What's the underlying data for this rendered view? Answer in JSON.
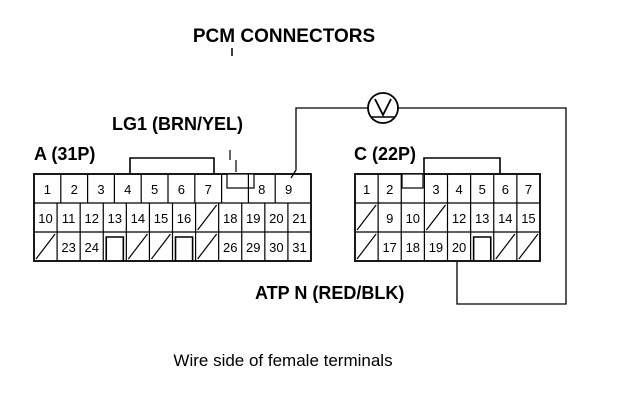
{
  "title": "PCM CONNECTORS",
  "wire_label_lg1": "LG1 (BRN/YEL)",
  "wire_label_atp": "ATP N (RED/BLK)",
  "caption": "Wire side of female terminals",
  "meter_symbol": "V",
  "connector_a": {
    "label": "A (31P)",
    "rows": [
      [
        "1",
        "2",
        "3",
        "4",
        "5",
        "6",
        "7",
        "",
        "8",
        "9"
      ],
      [
        "10",
        "11",
        "12",
        "13",
        "14",
        "15",
        "16",
        "/",
        "18",
        "19",
        "20",
        "21"
      ],
      [
        "/",
        "23",
        "24",
        "[]",
        "/",
        "/",
        "[]",
        "/",
        "26",
        "29",
        "30",
        "31"
      ]
    ]
  },
  "connector_c": {
    "label": "C (22P)",
    "rows": [
      [
        "1",
        "2",
        "",
        "3",
        "4",
        "5",
        "6",
        "7"
      ],
      [
        "/",
        "9",
        "10",
        "/",
        "12",
        "13",
        "14",
        "15"
      ],
      [
        "/",
        "17",
        "18",
        "19",
        "20",
        "[]",
        "/",
        "/"
      ]
    ]
  }
}
